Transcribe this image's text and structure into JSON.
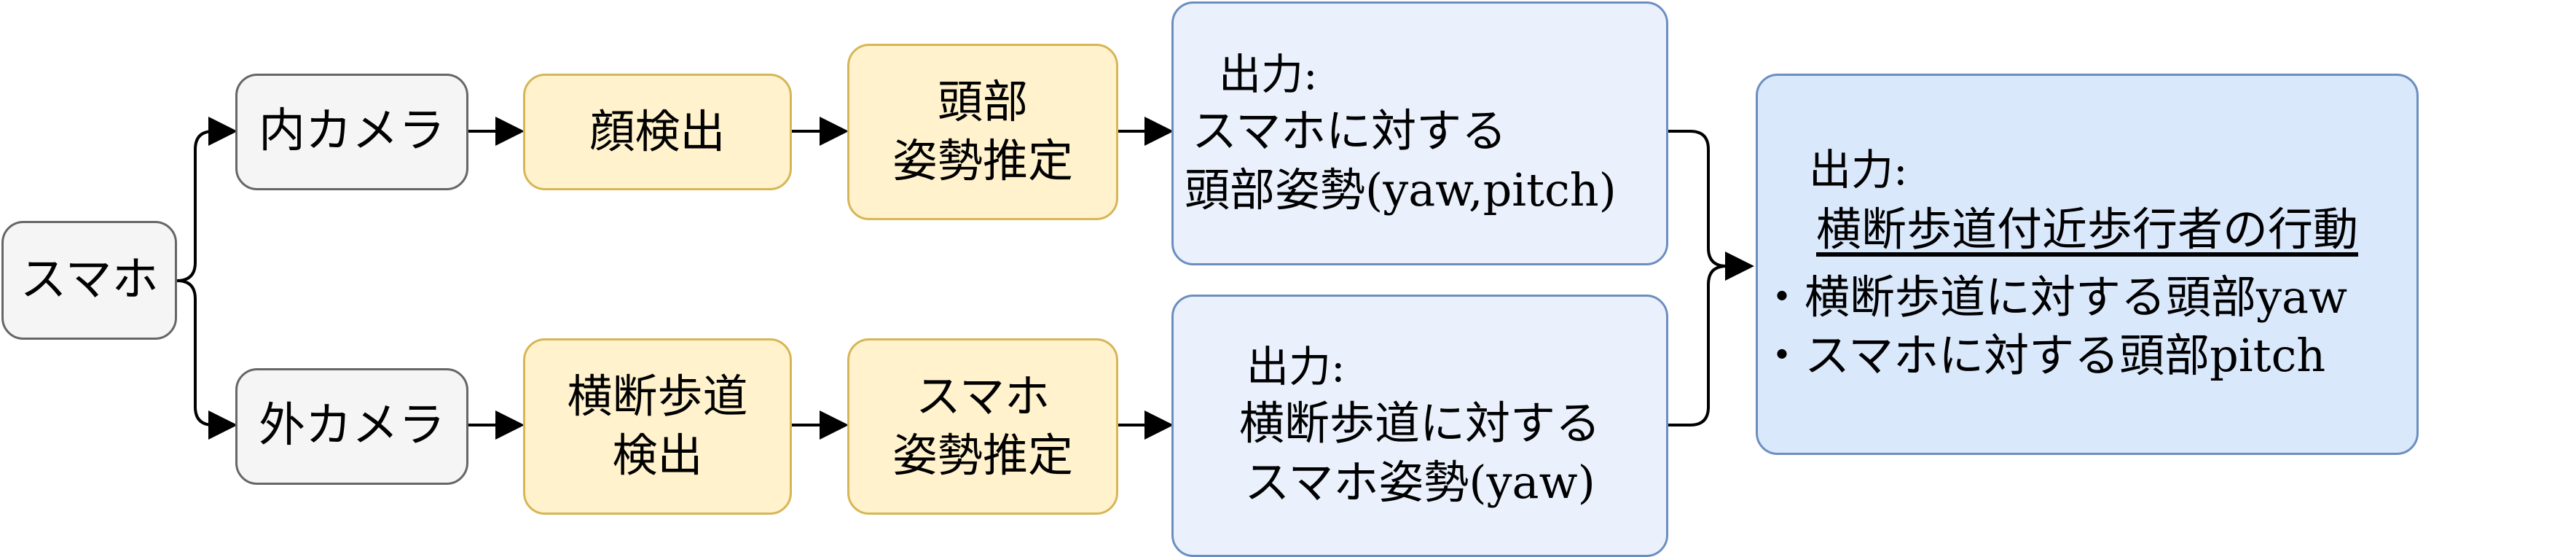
{
  "nodes": {
    "phone": "スマホ",
    "inner_camera": "内カメラ",
    "outer_camera": "外カメラ",
    "face_detect": "顔検出",
    "head_pose": [
      "頭部",
      "姿勢推定"
    ],
    "crosswalk_detect": [
      "横断歩道",
      "検出"
    ],
    "phone_pose": [
      "スマホ",
      "姿勢推定"
    ],
    "out_top": {
      "head": "出力:",
      "lines": [
        "スマホに対する",
        "頭部姿勢(yaw,pitch)"
      ]
    },
    "out_bottom": {
      "head": "出力:",
      "lines": [
        "横断歩道に対する",
        "スマホ姿勢(yaw)"
      ]
    },
    "final": {
      "head": "出力:",
      "title": "横断歩道付近歩行者の行動",
      "bullets": [
        "・横断歩道に対する頭部yaw",
        "・スマホに対する頭部pitch"
      ]
    }
  },
  "colors": {
    "gray_fill": "#f5f5f5",
    "gray_stroke": "#666666",
    "yellow_fill": "#fff2cc",
    "yellow_stroke": "#d6b656",
    "blue_fill": "#dae8fc",
    "blue_stroke": "#6c8ebf"
  }
}
